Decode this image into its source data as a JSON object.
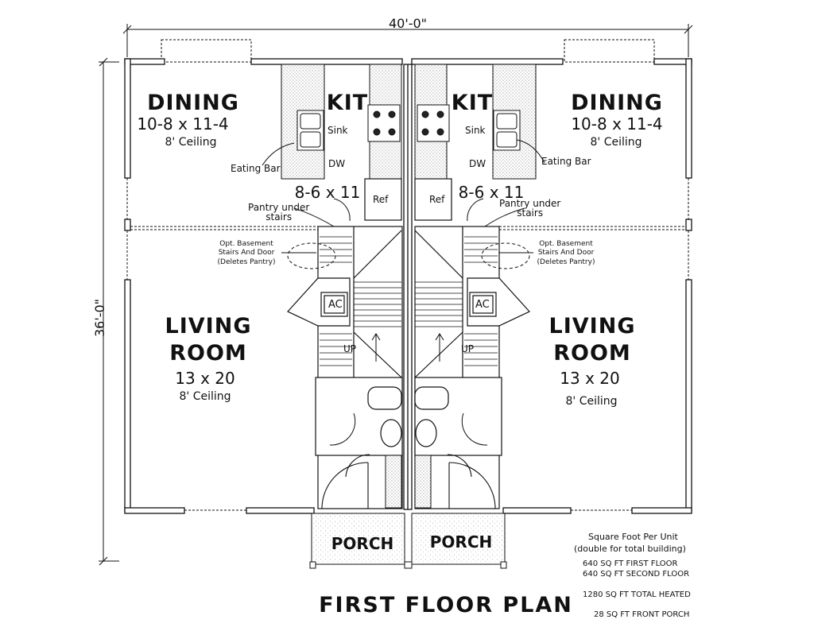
{
  "overall_width": "40'-0\"",
  "overall_depth": "36'-0\"",
  "left_unit": {
    "dining": {
      "name": "DINING",
      "size": "10-8 x 11-4",
      "ceiling": "8' Ceiling"
    },
    "kitchen": {
      "name": "KIT",
      "size": "8-6 x 11",
      "sink": "Sink",
      "dw": "DW",
      "ref": "Ref",
      "eating_bar": "Eating Bar"
    },
    "pantry": "Pantry under\nstairs",
    "basement_note": "Opt. Basement\nStairs And Door\n(Deletes Pantry)",
    "ac": "AC",
    "up": "UP",
    "living": {
      "name1": "LIVING",
      "name2": "ROOM",
      "size": "13 x 20",
      "ceiling": "8' Ceiling"
    },
    "porch": "PORCH"
  },
  "right_unit": {
    "dining": {
      "name": "DINING",
      "size": "10-8 x 11-4",
      "ceiling": "8' Ceiling"
    },
    "kitchen": {
      "name": "KIT",
      "size": "8-6 x 11",
      "sink": "Sink",
      "dw": "DW",
      "ref": "Ref",
      "eating_bar": "Eating Bar"
    },
    "pantry": "Pantry under\nstairs",
    "basement_note": "Opt. Basement\nStairs And Door\n(Deletes Pantry)",
    "ac": "AC",
    "up": "UP",
    "living": {
      "name1": "LIVING",
      "name2": "ROOM",
      "size": "13 x 20",
      "ceiling": "8' Ceiling"
    },
    "porch": "PORCH"
  },
  "sqft_note": {
    "heading1": "Square Foot Per Unit",
    "heading2": "(double for total building)",
    "line1": "640 SQ FT FIRST FLOOR",
    "line2": "640 SQ FT SECOND FLOOR",
    "line3": "1280 SQ FT TOTAL HEATED",
    "line4": "28 SQ FT FRONT PORCH"
  },
  "title": "FIRST FLOOR PLAN"
}
